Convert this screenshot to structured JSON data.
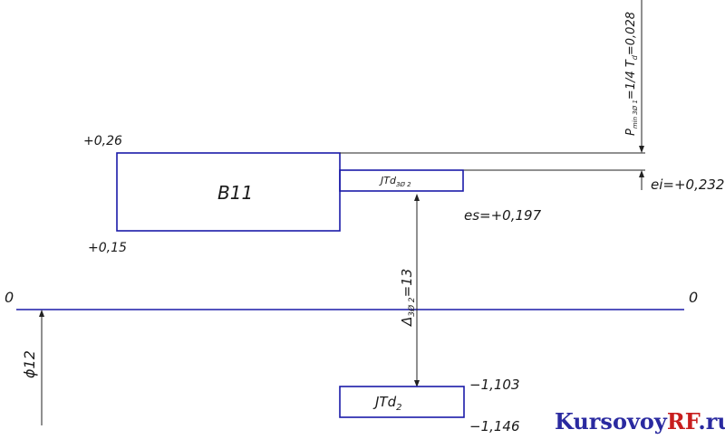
{
  "labels": {
    "b11_upper": "+0,26",
    "b11_lower": "+0,15",
    "b11_name": "B11",
    "itd_small": "JTd",
    "itd_small_sub": "3Ø 2",
    "es": "es=+0,197",
    "ei": "ei=+0,232",
    "zero_left": "0",
    "zero_right": "0",
    "diameter": "ϕ12",
    "delta": "Δ",
    "delta_sub": "3Ø 2",
    "delta_val": "=13",
    "p_text": "P",
    "p_sub": "min 3Ø 1",
    "p_val": "=1/4 T",
    "p_sub2": "d",
    "p_val2": "=0,028",
    "itd2_main": "JTd",
    "itd2_sub": "2",
    "val_upper": "−1,103",
    "val_lower": "−1,146"
  },
  "watermark": {
    "part1": "Kursovoy",
    "part2": "RF",
    "part3": ".ru"
  },
  "colors": {
    "blue": "#1a1aa8",
    "watermark_blue": "#2a2aa0",
    "watermark_red": "#c81e1e"
  }
}
